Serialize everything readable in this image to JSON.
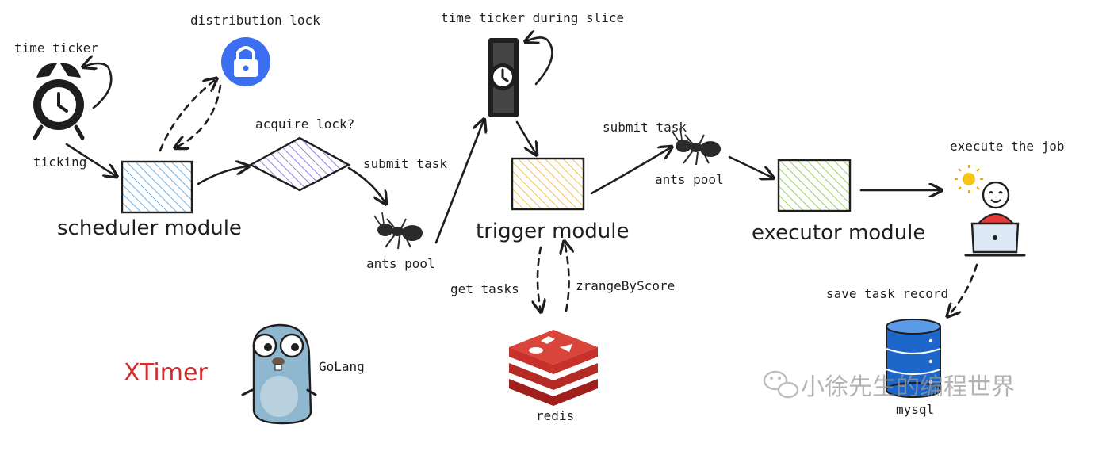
{
  "diagram": {
    "title": "XTimer",
    "watermark": "小徐先生的编程世界",
    "labels": {
      "time_ticker": "time ticker",
      "distribution_lock": "distribution lock",
      "ticking": "ticking",
      "acquire_lock": "acquire lock?",
      "submit_task_1": "submit task",
      "ants_pool_1": "ants pool",
      "time_ticker_slice": "time ticker during slice",
      "submit_task_2": "submit task",
      "ants_pool_2": "ants pool",
      "execute_the_job": "execute the job",
      "get_tasks": "get tasks",
      "zrange": "zrangeByScore",
      "save_task_record": "save task record",
      "golang": "GoLang",
      "redis": "redis",
      "mysql": "mysql"
    },
    "modules": {
      "scheduler": "scheduler module",
      "trigger": "trigger module",
      "executor": "executor module"
    },
    "colors": {
      "scheduler": "#4a9be0",
      "decision": "#7a5ce0",
      "trigger": "#f0b429",
      "executor": "#7cc832",
      "lock": "#3b6ef0",
      "title": "#d22c2c",
      "redis": "#c8312b",
      "mysql": "#1c66c9"
    },
    "icons": [
      "alarm-clock-icon",
      "lock-icon",
      "ant-icon",
      "hourglass-clock-icon",
      "person-laptop-icon",
      "gopher-icon",
      "redis-icon",
      "database-icon",
      "wechat-icon"
    ]
  }
}
